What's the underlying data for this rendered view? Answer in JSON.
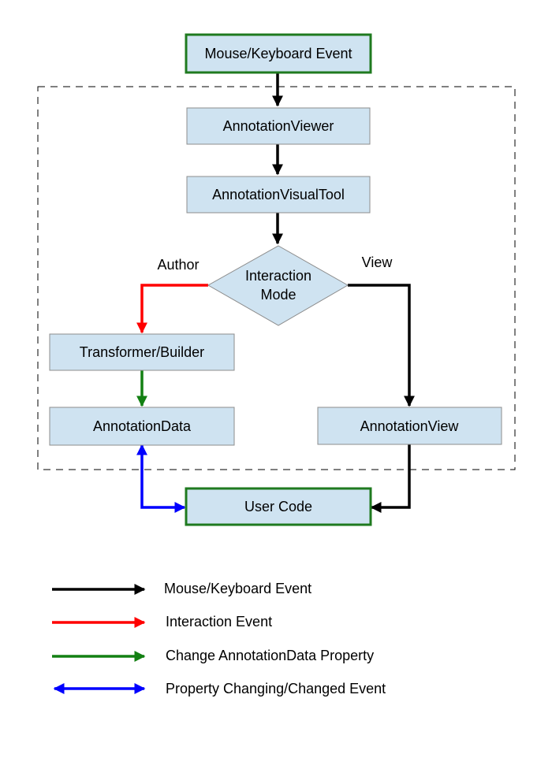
{
  "colors": {
    "mouse_keyboard": "#000000",
    "interaction": "#ff0000",
    "change_property": "#138013",
    "property_event": "#0000ff",
    "node_fill": "#cfe3f1",
    "node_border": "#8c8c8c",
    "outlined_border": "#1f7a1f"
  },
  "nodes": {
    "mouse_keyboard_event": "Mouse/Keyboard Event",
    "annotation_viewer": "AnnotationViewer",
    "annotation_visual_tool": "AnnotationVisualTool",
    "interaction_mode_line1": "Interaction",
    "interaction_mode_line2": "Mode",
    "transformer_builder": "Transformer/Builder",
    "annotation_data": "AnnotationData",
    "annotation_view": "AnnotationView",
    "user_code": "User Code"
  },
  "branches": {
    "author": "Author",
    "view": "View"
  },
  "legend": [
    {
      "label": "Mouse/Keyboard Event",
      "color_key": "mouse_keyboard",
      "icon": "right-arrow-icon"
    },
    {
      "label": "Interaction Event",
      "color_key": "interaction",
      "icon": "right-arrow-icon"
    },
    {
      "label": "Change AnnotationData Property",
      "color_key": "change_property",
      "icon": "right-arrow-icon"
    },
    {
      "label": "Property Changing/Changed Event",
      "color_key": "property_event",
      "icon": "double-arrow-icon"
    }
  ]
}
